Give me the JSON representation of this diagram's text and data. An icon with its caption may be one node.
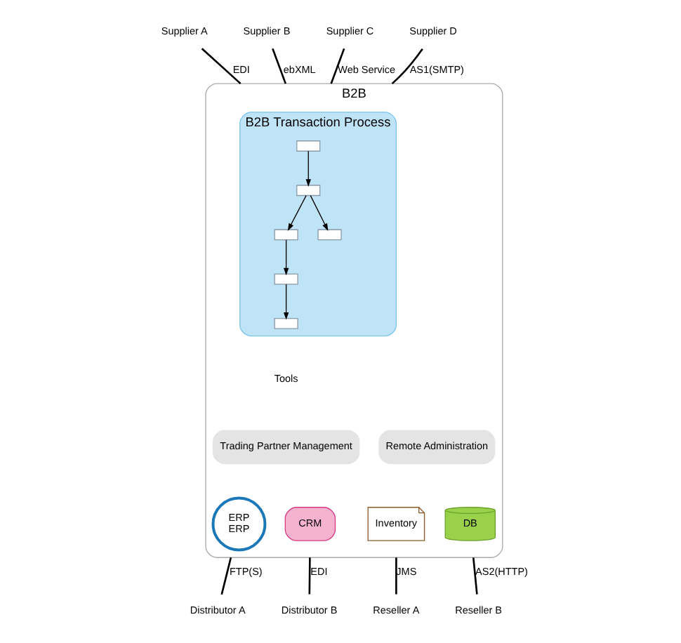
{
  "diagram": {
    "nodes": [
      {
        "text": [
          "Supplier A"
        ]
      },
      {
        "text": [
          "Supplier B"
        ]
      },
      {
        "text": [
          "Supplier C"
        ]
      },
      {
        "text": [
          "Supplier D"
        ]
      },
      {
        "text": [
          "B2B"
        ]
      },
      {
        "text": [
          "B2B Transaction Process"
        ],
        "in": 4
      },
      {
        "text": [],
        "shape": "box",
        "in": 5
      },
      {
        "text": [],
        "shape": "box",
        "in": 5
      },
      {
        "text": [],
        "shape": "box",
        "in": 5
      },
      {
        "text": [],
        "shape": "box",
        "in": 5
      },
      {
        "text": [],
        "shape": "box",
        "in": 5
      },
      {
        "text": [],
        "shape": "box",
        "in": 5
      },
      {
        "text": [
          "Trading Partner Management"
        ],
        "in": 4
      },
      {
        "text": [
          "Remote Administration"
        ],
        "in": 4
      },
      {
        "text": [
          "ERP",
          "ERP"
        ],
        "in": 4
      },
      {
        "text": [
          "CRM"
        ],
        "in": 4
      },
      {
        "text": [
          "Inventory"
        ],
        "in": 4
      },
      {
        "text": [
          "DB"
        ],
        "in": 4
      },
      {
        "text": [
          "Distributor A"
        ]
      },
      {
        "text": [
          "Distributor B"
        ]
      },
      {
        "text": [
          "Reseller A"
        ]
      },
      {
        "text": [
          "Reseller B"
        ]
      }
    ],
    "edges": [
      {
        "from": 0,
        "to": 4,
        "arrow": "none",
        "label": "EDI"
      },
      {
        "from": 1,
        "to": 4,
        "arrow": "none",
        "label": "ebXML"
      },
      {
        "from": 2,
        "to": 4,
        "arrow": "none",
        "label": "Web Service"
      },
      {
        "from": 3,
        "to": 4,
        "arrow": "none",
        "label": "AS1(SMTP)"
      },
      {
        "from": 6,
        "to": 7,
        "arrow": "to"
      },
      {
        "from": 7,
        "to": 8,
        "arrow": "to"
      },
      {
        "from": 7,
        "to": 9,
        "arrow": "to"
      },
      {
        "from": 8,
        "to": 10,
        "arrow": "to"
      },
      {
        "from": 10,
        "to": 11,
        "arrow": "to"
      },
      {
        "from": 4,
        "to": 18,
        "arrow": "none",
        "label": "FTP(S)"
      },
      {
        "from": 4,
        "to": 19,
        "arrow": "none",
        "label": "EDI"
      },
      {
        "from": 4,
        "to": 20,
        "arrow": "none",
        "label": "JMS"
      },
      {
        "from": 4,
        "to": 21,
        "arrow": "none",
        "label": "AS2(HTTP)"
      }
    ],
    "labels": [
      "Tools"
    ]
  }
}
